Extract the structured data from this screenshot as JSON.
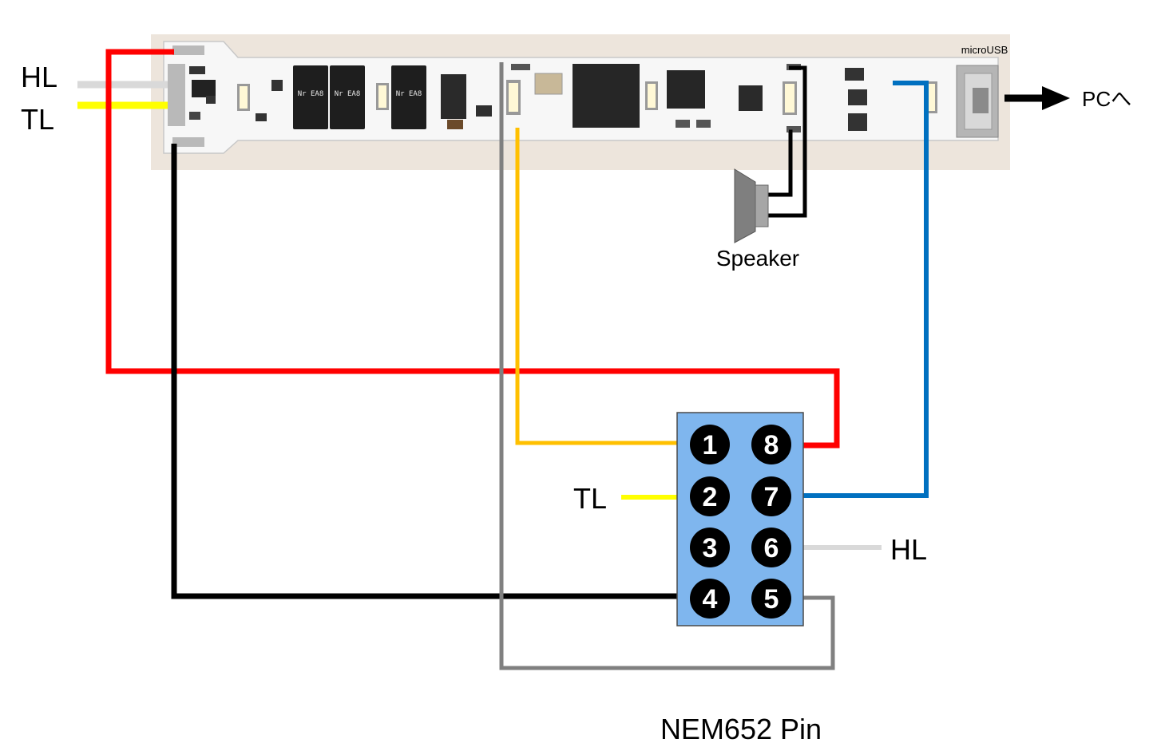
{
  "board": {
    "usb_label": "microUSB"
  },
  "left_labels": {
    "hl": "HL",
    "tl": "TL"
  },
  "pc_label": "PCへ",
  "speaker": {
    "label": "Speaker"
  },
  "connector": {
    "caption": "NEM652 Pin",
    "pins": [
      {
        "id": "1",
        "wire": "orange"
      },
      {
        "id": "2",
        "wire": "yellow",
        "external_label": "TL"
      },
      {
        "id": "3",
        "wire": "none"
      },
      {
        "id": "4",
        "wire": "black"
      },
      {
        "id": "8",
        "wire": "red"
      },
      {
        "id": "7",
        "wire": "blue"
      },
      {
        "id": "6",
        "wire": "light-gray",
        "external_label": "HL"
      },
      {
        "id": "5",
        "wire": "gray"
      }
    ]
  },
  "chip_marks": [
    "Nr EA8",
    "Nr EA8",
    "Nr EA8"
  ],
  "colors": {
    "red": "#ff0000",
    "black": "#000000",
    "orange": "#ffc000",
    "yellow": "#ffff00",
    "blue": "#0070c0",
    "gray": "#808080",
    "light_gray": "#d9d9d9",
    "connector_fill": "#7fb6ee",
    "board_bg": "#ede5dc"
  }
}
